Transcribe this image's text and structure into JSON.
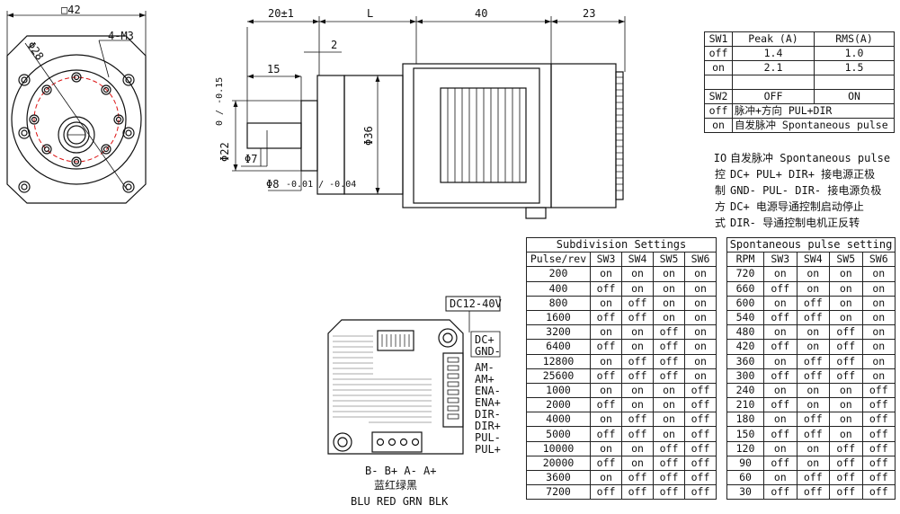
{
  "drawing": {
    "flange_size": "□42",
    "bolt_circle": "Φ28",
    "mount_holes": "4-M3",
    "dim_shaft_len": "20±1",
    "dim_l": "L",
    "dim_body": "40",
    "dim_back": "23",
    "dim_2": "2",
    "dim_15": "15",
    "dim_boss": "Φ22",
    "dim_boss_tol": "0 / -0.15",
    "dim_7": "Φ7",
    "dim_shaft": "Φ8",
    "dim_shaft_tol": "-0.01 / -0.04",
    "dim_36": "Φ36"
  },
  "driver": {
    "voltage": "DC12-40V",
    "right_terminals": [
      "DC+",
      "GND-",
      "AM-",
      "AM+",
      "ENA-",
      "ENA+",
      "DIR-",
      "DIR+",
      "PUL-",
      "PUL+"
    ],
    "motor_terminals": "B- B+ A- A+",
    "colors_cn": "蓝红绿黑",
    "colors_en": "BLU RED GRN BLK"
  },
  "current_table": {
    "headers": [
      "SW1",
      "Peak (A)",
      "RMS(A)"
    ],
    "rows": [
      [
        "off",
        "1.4",
        "1.0"
      ],
      [
        "on",
        "2.1",
        "1.5"
      ]
    ],
    "sw2_headers": [
      "SW2",
      "OFF",
      "ON"
    ],
    "sw2_rows": [
      [
        "off",
        "脉冲+方向 PUL+DIR"
      ],
      [
        "on",
        "自发脉冲 Spontaneous pulse"
      ]
    ]
  },
  "io": {
    "label_chars": [
      "IO",
      "控",
      "制",
      "方",
      "式"
    ],
    "lines": [
      "自发脉冲 Spontaneous pulse",
      "DC+  PUL+ DIR+ 接电源正极",
      "GND- PUL- DIR- 接电源负极",
      "DC+  电源导通控制启动停止",
      "DIR- 导通控制电机正反转"
    ]
  },
  "subdivision": {
    "title": "Subdivision Settings",
    "headers": [
      "Pulse/rev",
      "SW3",
      "SW4",
      "SW5",
      "SW6"
    ],
    "rows": [
      [
        "200",
        "on",
        "on",
        "on",
        "on"
      ],
      [
        "400",
        "off",
        "on",
        "on",
        "on"
      ],
      [
        "800",
        "on",
        "off",
        "on",
        "on"
      ],
      [
        "1600",
        "off",
        "off",
        "on",
        "on"
      ],
      [
        "3200",
        "on",
        "on",
        "off",
        "on"
      ],
      [
        "6400",
        "off",
        "on",
        "off",
        "on"
      ],
      [
        "12800",
        "on",
        "off",
        "off",
        "on"
      ],
      [
        "25600",
        "off",
        "off",
        "off",
        "on"
      ],
      [
        "1000",
        "on",
        "on",
        "on",
        "off"
      ],
      [
        "2000",
        "off",
        "on",
        "on",
        "off"
      ],
      [
        "4000",
        "on",
        "off",
        "on",
        "off"
      ],
      [
        "5000",
        "off",
        "off",
        "on",
        "off"
      ],
      [
        "10000",
        "on",
        "on",
        "off",
        "off"
      ],
      [
        "20000",
        "off",
        "on",
        "off",
        "off"
      ],
      [
        "3600",
        "on",
        "off",
        "off",
        "off"
      ],
      [
        "7200",
        "off",
        "off",
        "off",
        "off"
      ]
    ]
  },
  "spontaneous": {
    "title": "Spontaneous pulse setting",
    "headers": [
      "RPM",
      "SW3",
      "SW4",
      "SW5",
      "SW6"
    ],
    "rows": [
      [
        "720",
        "on",
        "on",
        "on",
        "on"
      ],
      [
        "660",
        "off",
        "on",
        "on",
        "on"
      ],
      [
        "600",
        "on",
        "off",
        "on",
        "on"
      ],
      [
        "540",
        "off",
        "off",
        "on",
        "on"
      ],
      [
        "480",
        "on",
        "on",
        "off",
        "on"
      ],
      [
        "420",
        "off",
        "on",
        "off",
        "on"
      ],
      [
        "360",
        "on",
        "off",
        "off",
        "on"
      ],
      [
        "300",
        "off",
        "off",
        "off",
        "on"
      ],
      [
        "240",
        "on",
        "on",
        "on",
        "off"
      ],
      [
        "210",
        "off",
        "on",
        "on",
        "off"
      ],
      [
        "180",
        "on",
        "off",
        "on",
        "off"
      ],
      [
        "150",
        "off",
        "off",
        "on",
        "off"
      ],
      [
        "120",
        "on",
        "on",
        "off",
        "off"
      ],
      [
        "90",
        "off",
        "on",
        "off",
        "off"
      ],
      [
        "60",
        "on",
        "off",
        "off",
        "off"
      ],
      [
        "30",
        "off",
        "off",
        "off",
        "off"
      ]
    ]
  }
}
